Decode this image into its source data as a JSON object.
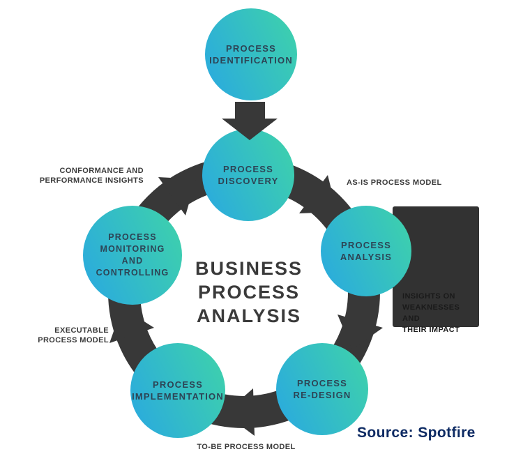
{
  "diagram": {
    "center_title": "BUSINESS\nPROCESS\nANALYSIS",
    "stages": [
      {
        "label": "PROCESS\nIDENTIFICATION"
      },
      {
        "label": "PROCESS\nDISCOVERY"
      },
      {
        "label": "PROCESS\nANALYSIS"
      },
      {
        "label": "PROCESS\nRE-DESIGN"
      },
      {
        "label": "PROCESS\nIMPLEMENTATION"
      },
      {
        "label": "PROCESS\nMONITORING\nAND\nCONTROLLING"
      }
    ],
    "artifacts": [
      {
        "text": "AS-IS PROCESS MODEL"
      },
      {
        "text": "INSIGHTS ON\nWEAKNESSES AND\nTHEIR IMPACT"
      },
      {
        "text": "TO-BE PROCESS MODEL"
      },
      {
        "text": "EXECUTABLE\nPROCESS MODEL"
      },
      {
        "text": "CONFORMANCE AND\nPERFORMANCE INSIGHTS"
      }
    ],
    "source": "Source: Spotfire"
  },
  "colors": {
    "background": "#ffffff",
    "circle-grad-start": "#29a8e1",
    "circle-grad-end": "#3fd3a9",
    "circle-text": "#2d4455",
    "arrow": "#383838",
    "title-text": "#3a3a3a",
    "label-text": "#3b3b3b",
    "panel-bg": "#323232",
    "panel-text": "#1a1a1a",
    "source-text": "#0d2a63"
  }
}
